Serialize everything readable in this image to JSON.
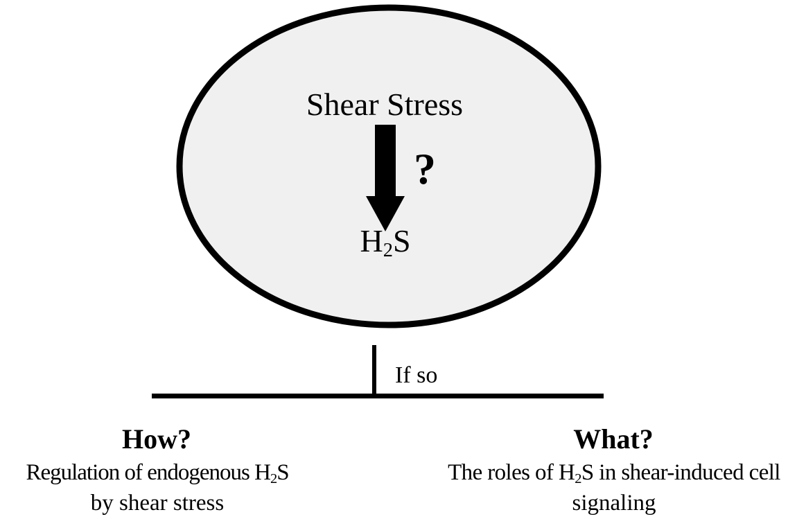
{
  "ellipse": {
    "top_label": "Shear Stress",
    "question_mark": "?",
    "bottom_label": {
      "base": "H",
      "subscript": "2",
      "suffix": "S"
    }
  },
  "connector": {
    "label": "If so"
  },
  "left_branch": {
    "heading": "How?",
    "line1_prefix": "Regulation of endogenous H",
    "line1_subscript": "2",
    "line1_suffix": "S",
    "line2": "by shear stress"
  },
  "right_branch": {
    "heading": "What?",
    "line1_prefix": "The roles of H",
    "line1_subscript": "2",
    "line1_suffix": "S in shear-induced cell",
    "line2": "signaling"
  },
  "colors": {
    "ellipse_fill": "#f0f0f0",
    "stroke": "#000000"
  }
}
